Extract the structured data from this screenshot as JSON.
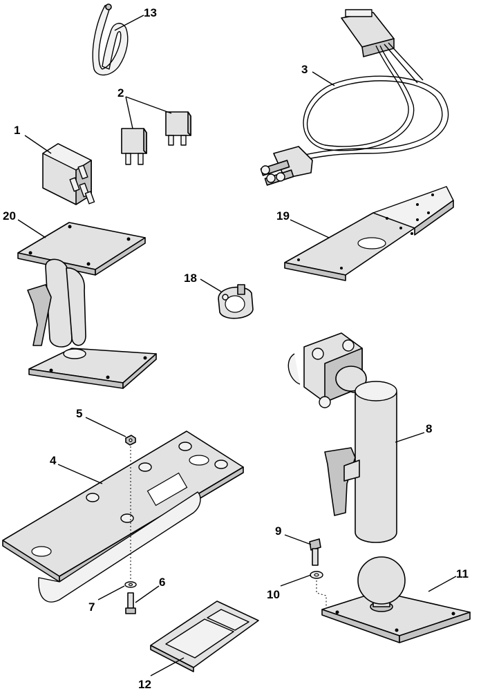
{
  "callouts": {
    "c1": "1",
    "c2": "2",
    "c3": "3",
    "c4": "4",
    "c5": "5",
    "c6": "6",
    "c7": "7",
    "c8": "8",
    "c9": "9",
    "c10": "10",
    "c11": "11",
    "c12": "12",
    "c13": "13",
    "c18": "18",
    "c19": "19",
    "c20": "20"
  }
}
